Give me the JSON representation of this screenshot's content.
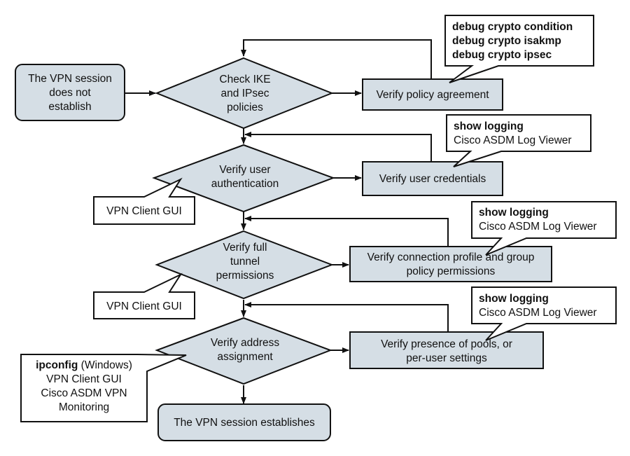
{
  "nodes": {
    "start": {
      "lines": [
        "The VPN session",
        "does not",
        "establish"
      ]
    },
    "check_policies": {
      "lines": [
        "Check IKE",
        "and IPsec",
        "policies"
      ]
    },
    "verify_policy_agreement": {
      "lines": [
        "Verify policy agreement"
      ]
    },
    "verify_user_auth": {
      "lines": [
        "Verify user",
        "authentication"
      ]
    },
    "verify_user_credentials": {
      "lines": [
        "Verify user credentials"
      ]
    },
    "verify_tunnel": {
      "lines": [
        "Verify full",
        "tunnel",
        "permissions"
      ]
    },
    "verify_profile": {
      "lines": [
        "Verify connection profile and group",
        "policy permissions"
      ]
    },
    "verify_address": {
      "lines": [
        "Verify address",
        "assignment"
      ]
    },
    "verify_pools": {
      "lines": [
        "Verify presence of pools, or",
        "per-user settings"
      ]
    },
    "end": {
      "lines": [
        "The VPN session establishes"
      ]
    }
  },
  "callouts": {
    "debug_commands": {
      "lines": [
        "debug crypto condition",
        "debug crypto isakmp",
        "debug crypto ipsec"
      ]
    },
    "logging_credentials": {
      "bold": "show logging",
      "plain": "Cisco ASDM Log Viewer"
    },
    "logging_profile": {
      "bold": "show logging",
      "plain": "Cisco ASDM Log Viewer"
    },
    "logging_pools": {
      "bold": "show logging",
      "plain": "Cisco ASDM Log Viewer"
    },
    "client_gui_auth": {
      "text": "VPN Client GUI"
    },
    "client_gui_tunnel": {
      "text": "VPN Client GUI"
    },
    "address_tools": {
      "bold": "ipconfig",
      "suffix": " (Windows)",
      "lines": [
        "VPN Client GUI",
        "Cisco ASDM VPN",
        "Monitoring"
      ]
    }
  },
  "colors": {
    "shape_fill": "#d5dee5",
    "stroke": "#111111",
    "note_fill": "#ffffff"
  }
}
